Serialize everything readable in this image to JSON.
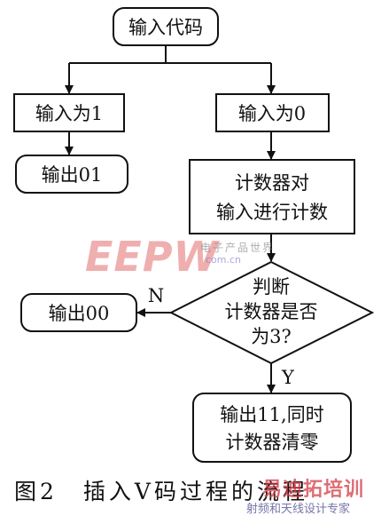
{
  "flowchart": {
    "start": "输入代码",
    "branch_left": "输入为1",
    "branch_right": "输入为0",
    "output_left": "输出01",
    "counter_box_line1": "计数器对",
    "counter_box_line2": "输入进行计数",
    "decision_line1": "判断",
    "decision_line2": "计数器是否",
    "decision_line3": "为3?",
    "no_label": "N",
    "yes_label": "Y",
    "output_no": "输出00",
    "output_yes_line1": "输出11,同时",
    "output_yes_line2": "计数器清零"
  },
  "caption": "图2　插入V码过程的流程",
  "watermarks": {
    "logo": "EEPW",
    "site_cn": "电子产品世界",
    "site_url": "com.cn",
    "bottom_brand": "易迪拓培训",
    "bottom_tagline": "射频和天线设计专家"
  }
}
